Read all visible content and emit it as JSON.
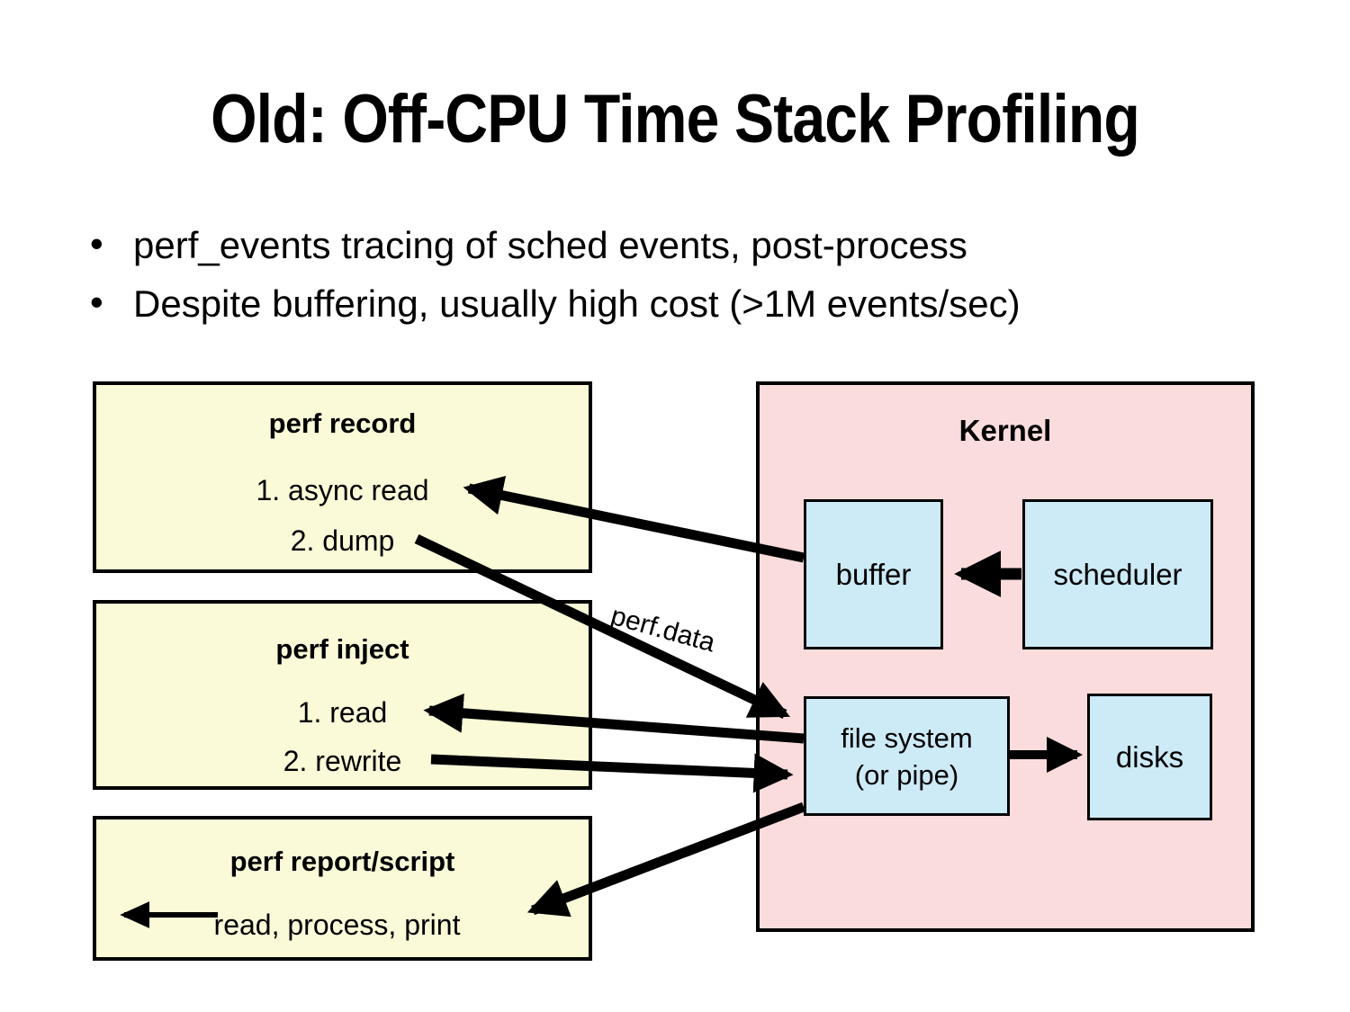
{
  "slide": {
    "title": "Old: Off-CPU Time Stack Profiling",
    "bullets": [
      "perf_events tracing of sched events, post-process",
      "Despite buffering, usually high cost (>1M events/sec)"
    ]
  },
  "diagram": {
    "perf_record": {
      "title": "perf record",
      "items": [
        "1. async read",
        "2. dump"
      ]
    },
    "perf_inject": {
      "title": "perf inject",
      "items": [
        "1. read",
        "2. rewrite"
      ]
    },
    "perf_report": {
      "title": "perf report/script",
      "items": [
        "read, process, print"
      ]
    },
    "kernel": {
      "title": "Kernel",
      "buffer": "buffer",
      "scheduler": "scheduler",
      "file_system_line1": "file system",
      "file_system_line2": "(or pipe)",
      "disks": "disks"
    },
    "perf_data_label": "perf.data",
    "edges": [
      {
        "from": "buffer",
        "to": "perf record: 1. async read"
      },
      {
        "from": "perf record: 2. dump",
        "to": "file system",
        "label": "perf.data"
      },
      {
        "from": "file system",
        "to": "perf inject: 1. read"
      },
      {
        "from": "perf inject: 2. rewrite",
        "to": "file system"
      },
      {
        "from": "file system",
        "to": "perf report/script: read, process, print"
      },
      {
        "from": "scheduler",
        "to": "buffer"
      },
      {
        "from": "file system",
        "to": "disks"
      }
    ],
    "colors": {
      "user_box_fill": "#FAFAD8",
      "kernel_fill": "#FADCDC",
      "node_fill": "#CDEAF7",
      "arrow_color": "#000000"
    }
  }
}
